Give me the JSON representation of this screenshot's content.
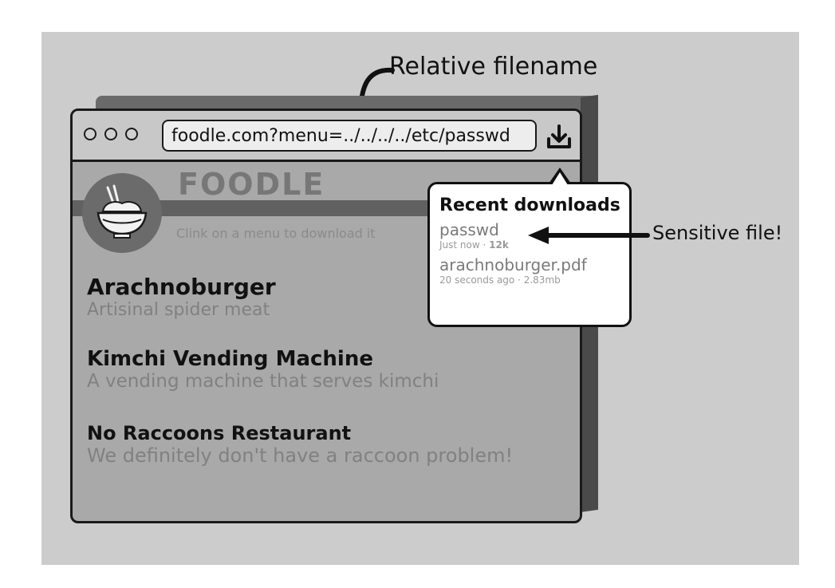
{
  "browser": {
    "url": "foodle.com?menu=../../../../etc/passwd",
    "download_icon": "download-icon"
  },
  "site": {
    "title": "FOODLE",
    "subtitle": "Clink on a menu to download it",
    "logo_icon": "rice-bowl-icon",
    "menu": [
      {
        "name": "Arachnoburger",
        "description": "Artisinal spider meat"
      },
      {
        "name": "Kimchi Vending Machine",
        "description": "A vending machine that serves kimchi"
      },
      {
        "name": "No Raccoons Restaurant",
        "description": "We definitely don't have a raccoon problem!"
      }
    ]
  },
  "downloads": {
    "title": "Recent downloads",
    "items": [
      {
        "name": "passwd",
        "time": "Just now",
        "size": "12k"
      },
      {
        "name": "arachnoburger.pdf",
        "time": "20 seconds ago",
        "size": "2.83mb"
      }
    ]
  },
  "annotations": {
    "relative": "Relative filename",
    "sensitive": "Sensitive file!"
  },
  "colors": {
    "background": "#cccccc",
    "window": "#a9a9a9",
    "outline": "#1a1a1a"
  }
}
